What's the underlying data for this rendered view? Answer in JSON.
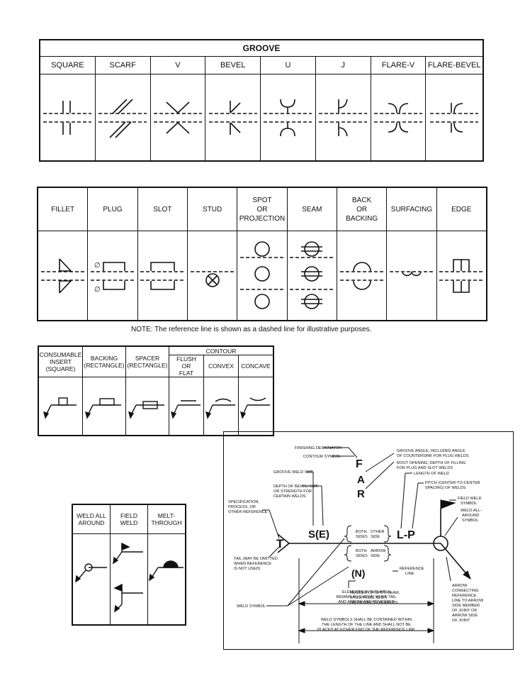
{
  "groove": {
    "title": "GROOVE",
    "headers": [
      "SQUARE",
      "SCARF",
      "V",
      "BEVEL",
      "U",
      "J",
      "FLARE-V",
      "FLARE-BEVEL"
    ],
    "icons": [
      "square-groove-icon",
      "scarf-groove-icon",
      "v-groove-icon",
      "bevel-groove-icon",
      "u-groove-icon",
      "j-groove-icon",
      "flare-v-groove-icon",
      "flare-bevel-groove-icon"
    ]
  },
  "other_welds": {
    "headers": [
      {
        "lines": [
          "FILLET"
        ]
      },
      {
        "lines": [
          "PLUG"
        ]
      },
      {
        "lines": [
          "SLOT"
        ]
      },
      {
        "lines": [
          "STUD"
        ]
      },
      {
        "lines": [
          "SPOT",
          "OR",
          "PROJECTION"
        ]
      },
      {
        "lines": [
          "SEAM"
        ]
      },
      {
        "lines": [
          "BACK",
          "OR",
          "BACKING"
        ]
      },
      {
        "lines": [
          "SURFACING"
        ]
      },
      {
        "lines": [
          "EDGE"
        ]
      }
    ],
    "plug_mark": "∅"
  },
  "note": "NOTE: The reference line is shown as a dashed line for illustrative purposes.",
  "supplementary": {
    "contour_header": "CONTOUR",
    "headers": [
      {
        "lines": [
          "CONSUMABLE",
          "INSERT",
          "(SQUARE)"
        ]
      },
      {
        "lines": [
          "BACKING",
          "(RECTANGLE)"
        ]
      },
      {
        "lines": [
          "SPACER",
          "(RECTANGLE)"
        ]
      },
      {
        "lines": [
          "FLUSH",
          "OR",
          "FLAT"
        ]
      },
      {
        "lines": [
          "CONVEX"
        ]
      },
      {
        "lines": [
          "CONCAVE"
        ]
      }
    ]
  },
  "field": {
    "headers": [
      {
        "lines": [
          "WELD ALL",
          "AROUND"
        ]
      },
      {
        "lines": [
          "FIELD",
          "WELD"
        ]
      },
      {
        "lines": [
          "MELT-",
          "THROUGH"
        ]
      }
    ]
  },
  "reference": {
    "big": {
      "F": "F",
      "A": "A",
      "R": "R",
      "SE": "S(E)",
      "LP": "L-P",
      "T": "T",
      "N": "(N)"
    },
    "labels": {
      "finishing": "FINISHING DESIGNATOR",
      "contour": "CONTOUR SYMBOL",
      "groove_angle": [
        "GROOVE ANGLE; INCLUDED ANGLE",
        "OF COUNTERSINK FOR PLUG WELDS"
      ],
      "root": [
        "ROOT OPENING; DEPTH OF FILLING",
        "FOR PLUG AND SLOT WELDS"
      ],
      "length": "LENGTH OF WELD",
      "pitch": [
        "PITCH (CENTER-TO-CENTER",
        "SPACING) OF WELDS"
      ],
      "groove_size": "GROOVE WELD SIZE",
      "depth": [
        "DEPTH OF BEVEL; SIZE",
        "OR STRENGTH FOR",
        "CERTAIN WELDS"
      ],
      "spec": [
        "SPECIFICATION,",
        "PROCESS, OR",
        "OTHER REFERENCE"
      ],
      "field_weld": [
        "FIELD WELD",
        "SYMBOL"
      ],
      "weld_all": [
        "WELD-ALL-",
        "AROUND",
        "SYMBOL"
      ],
      "both_sides": [
        "BOTH",
        "SIDES"
      ],
      "other_side": [
        "OTHER",
        "SIDE"
      ],
      "arrow_side": [
        "ARROW",
        "SIDE"
      ],
      "tail": [
        "TAIL (MAY BE OMITTED",
        "WHEN REFERENCE",
        "IS NOT USED)"
      ],
      "weld_symbol": "WELD SYMBOL",
      "reference_line": [
        "REFERENCE",
        "LINE"
      ],
      "number": [
        "NUMBER OF SPOT, SEAM,",
        "STUD, PLUG, SLOT,",
        "OR PROJECTION WELDS"
      ],
      "arrow": [
        "ARROW",
        "CONNECTING",
        "REFERENCE",
        "LINE TO ARROW",
        "SIDE MEMBER",
        "OF JOINT OR",
        "ARROW SIDE",
        "OF JOINT"
      ],
      "elements": [
        "ELEMENTS IN THIS AREA",
        "REMAIN AS SHOWN WHEN TAIL",
        "AND ARROW ARE REVERSED"
      ],
      "contained": [
        "WELD SYMBOLS SHALL BE CONTAINED WITHIN",
        "THE LENGTH OF THE LINE AND SHALL NOT BE",
        "PLACED AT EITHER END OF THE REFERENCE LINE"
      ]
    }
  }
}
